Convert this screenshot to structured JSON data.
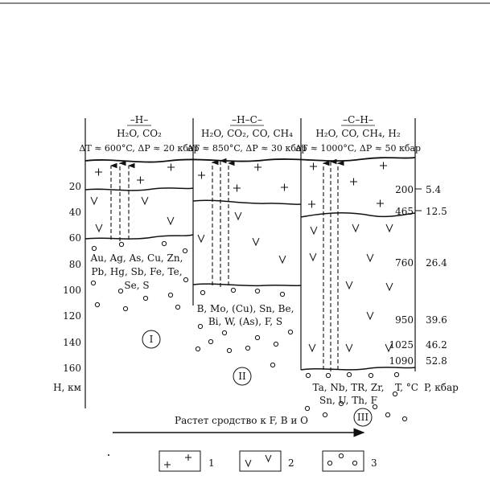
{
  "zones": [
    {
      "title": "–H–",
      "fluids": "H₂O, CO₂",
      "conditions": "ΔT ≈ 600°C, ΔP ≈ 20 кбар",
      "elements": [
        "Au, Ag, As, Cu, Zn,",
        "Pb, Hg, Sb, Fe, Te,",
        "Se, S"
      ],
      "numeral": "I"
    },
    {
      "title": "–H–C–",
      "fluids": "H₂O, CO₂, CO, CH₄",
      "conditions": "ΔT ≈ 850°C, ΔP ≈ 30 кбар",
      "elements": [
        "B, Mo, (Cu), Sn, Be,",
        "Bi, W, (As), F, S"
      ],
      "numeral": "II"
    },
    {
      "title": "–C–H–",
      "fluids": "H₂O, CO, CH₄, H₂",
      "conditions": "ΔT ≈ 1000°C, ΔP ≈ 50 кбар",
      "elements": [
        "Ta, Nb, TR, Zr,",
        "Sn, U, Th, F"
      ],
      "numeral": "III"
    }
  ],
  "depth_axis": {
    "label": "H, км",
    "ticks": [
      "20",
      "40",
      "60",
      "80",
      "100",
      "120",
      "140",
      "160"
    ]
  },
  "right_scale": {
    "temperature_label": "T, °C",
    "pressure_label": "P, кбар",
    "rows": [
      {
        "t": "200",
        "p": "5.4"
      },
      {
        "t": "465",
        "p": "12.5"
      },
      {
        "t": "760",
        "p": "26.4"
      },
      {
        "t": "950",
        "p": "39.6"
      },
      {
        "t": "1025",
        "p": "46.2"
      },
      {
        "t": "1090",
        "p": "52.8"
      }
    ]
  },
  "trend_label": "Растет сродство к F, B и O",
  "legend": [
    {
      "symbol": "+",
      "number": "1"
    },
    {
      "symbol": "V",
      "number": "2"
    },
    {
      "symbol": "o",
      "number": "3"
    }
  ]
}
